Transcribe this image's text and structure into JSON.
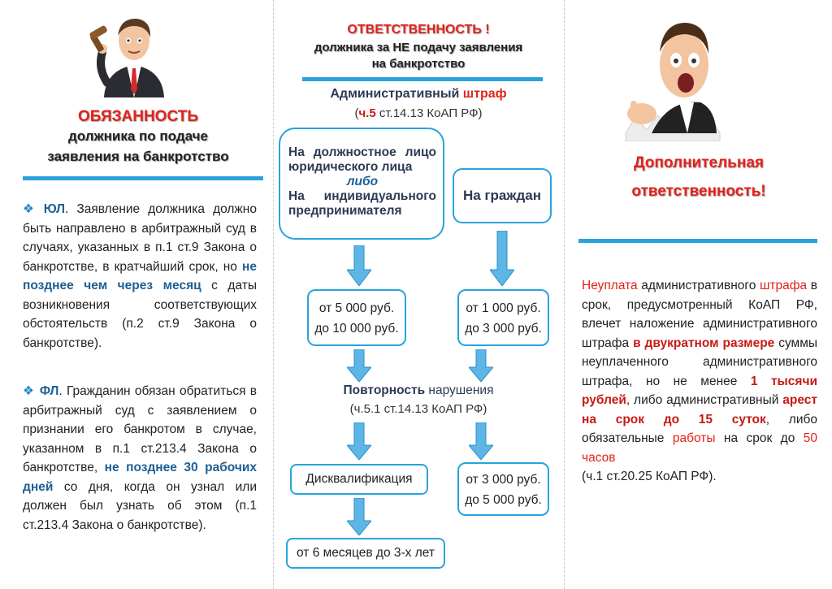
{
  "colors": {
    "accent_blue": "#29a3dc",
    "title_red": "#e3221b",
    "highlight_blue": "#1e5f93",
    "highlight_red": "#c81a14"
  },
  "left": {
    "title_red": "ОБЯЗАННОСТЬ",
    "title_line2": "должника по подаче",
    "title_line3": "заявления на банкротство",
    "ul": {
      "label": "ЮЛ",
      "t1": ". Заявление должника должно быть направлено в арбитражный суд в случаях, указанных в п.1 ст.9 Закона о банкротстве, в кратчайший срок, но ",
      "h1": "не позднее чем через месяц",
      "t2": " с даты возникновения соответствующих обстоятельств (п.2 ст.9 Закона о банкротстве)."
    },
    "fl": {
      "label": "ФЛ",
      "t1": ". Гражданин обязан обратиться в арбитражный суд с заявлением о признании его банкротом в случае, указанном в п.1 ст.213.4 Закона о банкротстве, ",
      "h1": "не позднее 30 рабочих дней",
      "t2": " со дня, когда он узнал или должен был узнать об этом (п.1 ст.213.4 Закона о банкротстве)."
    }
  },
  "middle": {
    "title_red": "ОТВЕТСТВЕННОСТЬ !",
    "title_line2": "должника за НЕ подачу заявления",
    "title_line3": "на банкротство",
    "fine_label_a": "Административный ",
    "fine_label_b": "штраф",
    "fine_ref_bold": "ч.5",
    "fine_ref_rest": " ст.14.13 КоАП РФ",
    "fine_ref_open": "(",
    "fine_ref_close": ")",
    "box_official_1": "На должностное лицо",
    "box_official_2": "юридического лица",
    "box_official_ili": "либо",
    "box_official_3": "На индивидуального",
    "box_official_4": "предпринимателя",
    "box_citizen": "На граждан",
    "amount_left_1": "от 5 000 руб.",
    "amount_left_2": "до 10 000 руб.",
    "amount_right_1": "от 1 000 руб.",
    "amount_right_2": "до 3 000 руб.",
    "repeat_bold": "Повторность",
    "repeat_rest": " нарушения",
    "repeat_ref": "(ч.5.1 ст.14.13 КоАП РФ)",
    "disq": "Дисквалификация",
    "repeat_amount_1": "от 3 000 руб.",
    "repeat_amount_2": "до 5 000 руб.",
    "disq_term": "от 6 месяцев до 3-х лет"
  },
  "right": {
    "title_line1": "Дополнительная",
    "title_line2": "ответственность!",
    "p1_red": "Неуплата",
    "p1_a": " административного ",
    "p1_red2": "штрафа",
    "p1_b": " в срок, предусмотренный КоАП РФ, влечет наложение административного штрафа ",
    "p1_h1": "в двукратном размере",
    "p1_c": " суммы неуплаченного административного штрафа, но не менее ",
    "p1_h2": "1 тысячи рублей",
    "p1_d": ", либо административный ",
    "p1_h3": "арест на срок до 15 суток",
    "p1_e": ", либо обязательные ",
    "p1_red3": "работы",
    "p1_f": " на срок до ",
    "p1_red4": "50 часов",
    "p1_ref": "(ч.1 ст.20.25 КоАП РФ)."
  }
}
